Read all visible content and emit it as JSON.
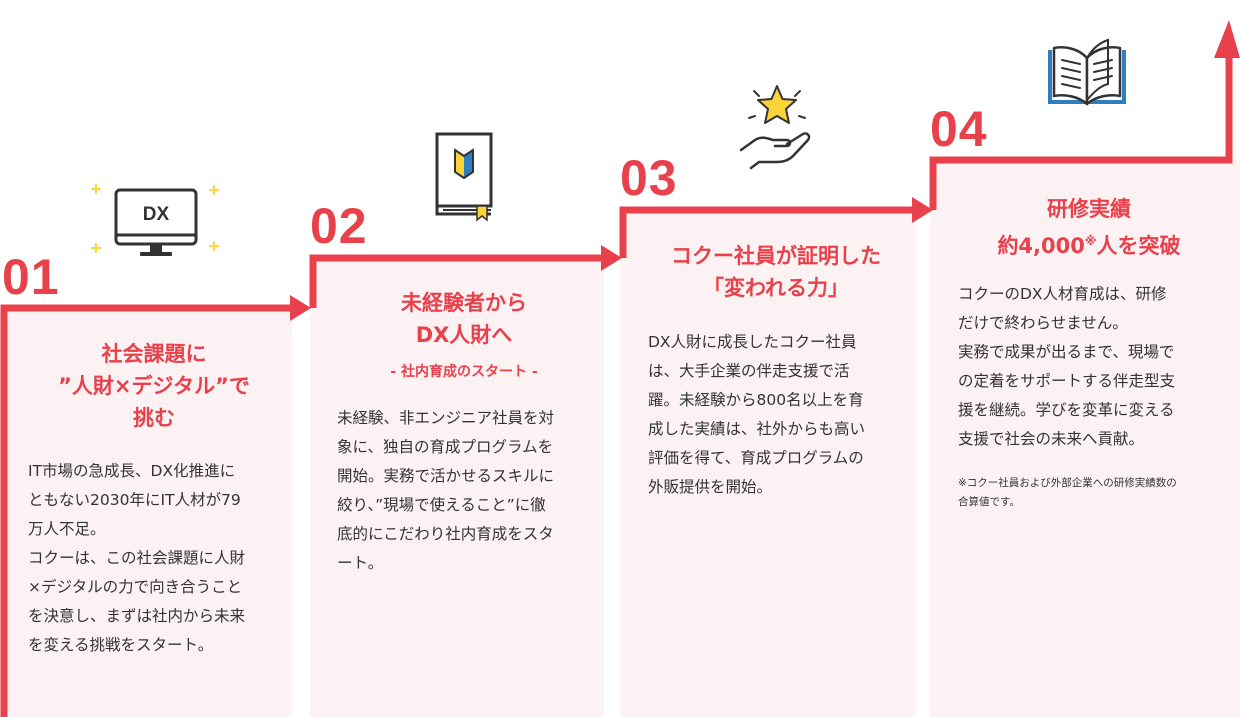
{
  "steps": [
    {
      "number": "01",
      "title": [
        "社会課題に",
        "”人財×デジタル”で",
        "挑む"
      ],
      "icon": "monitor-dx-icon",
      "icon_text": "DX",
      "body": "IT市場の急成長、DX化推進に\nともない2030年にIT人材が79\n万人不足。\nコクーは、この社会課題に人財\n×デジタルの力で向き合うこと\nを決意し、まずは社内から未来\nを変える挑戦をスタート。"
    },
    {
      "number": "02",
      "title": [
        "未経験者から",
        "DX人財へ"
      ],
      "subtitle": "- 社内育成のスタート -",
      "icon": "beginner-book-icon",
      "body": "未経験、非エンジニア社員を対\n象に、独自の育成プログラムを\n開始。実務で活かせるスキルに\n絞り、”現場で使えること”に徹\n底的にこだわり社内育成をスタ\nート。"
    },
    {
      "number": "03",
      "title": [
        "コクー社員が証明した",
        "「変われる力」"
      ],
      "icon": "hand-star-icon",
      "body": "DX人財に成長したコクー社員\nは、大手企業の伴走支援で活\n躍。未経験から800名以上を育\n成した実績は、社外からも高い\n評価を得て、育成プログラムの\n外販提供を開始。"
    },
    {
      "number": "04",
      "title": [
        "研修実績"
      ],
      "title_main": "約4,000",
      "title_mark": "※",
      "title_end": "人を突破",
      "icon": "open-book-icon",
      "body": "コクーのDX人材育成は、研修\nだけで終わらせません。\n実務で成果が出るまで、現場で\nの定着をサポートする伴走型支\n援を継続。学びを変革に変える\n支援で社会の未来へ貢献。",
      "note": "※コクー社員および外部企業への研修実績数の\n合算値です。"
    }
  ],
  "colors": {
    "accent": "#e8414c",
    "tint": "#fdf2f3",
    "star": "#fbd43a",
    "icon_dark": "#333333",
    "book_blue": "#2d7fc0"
  }
}
